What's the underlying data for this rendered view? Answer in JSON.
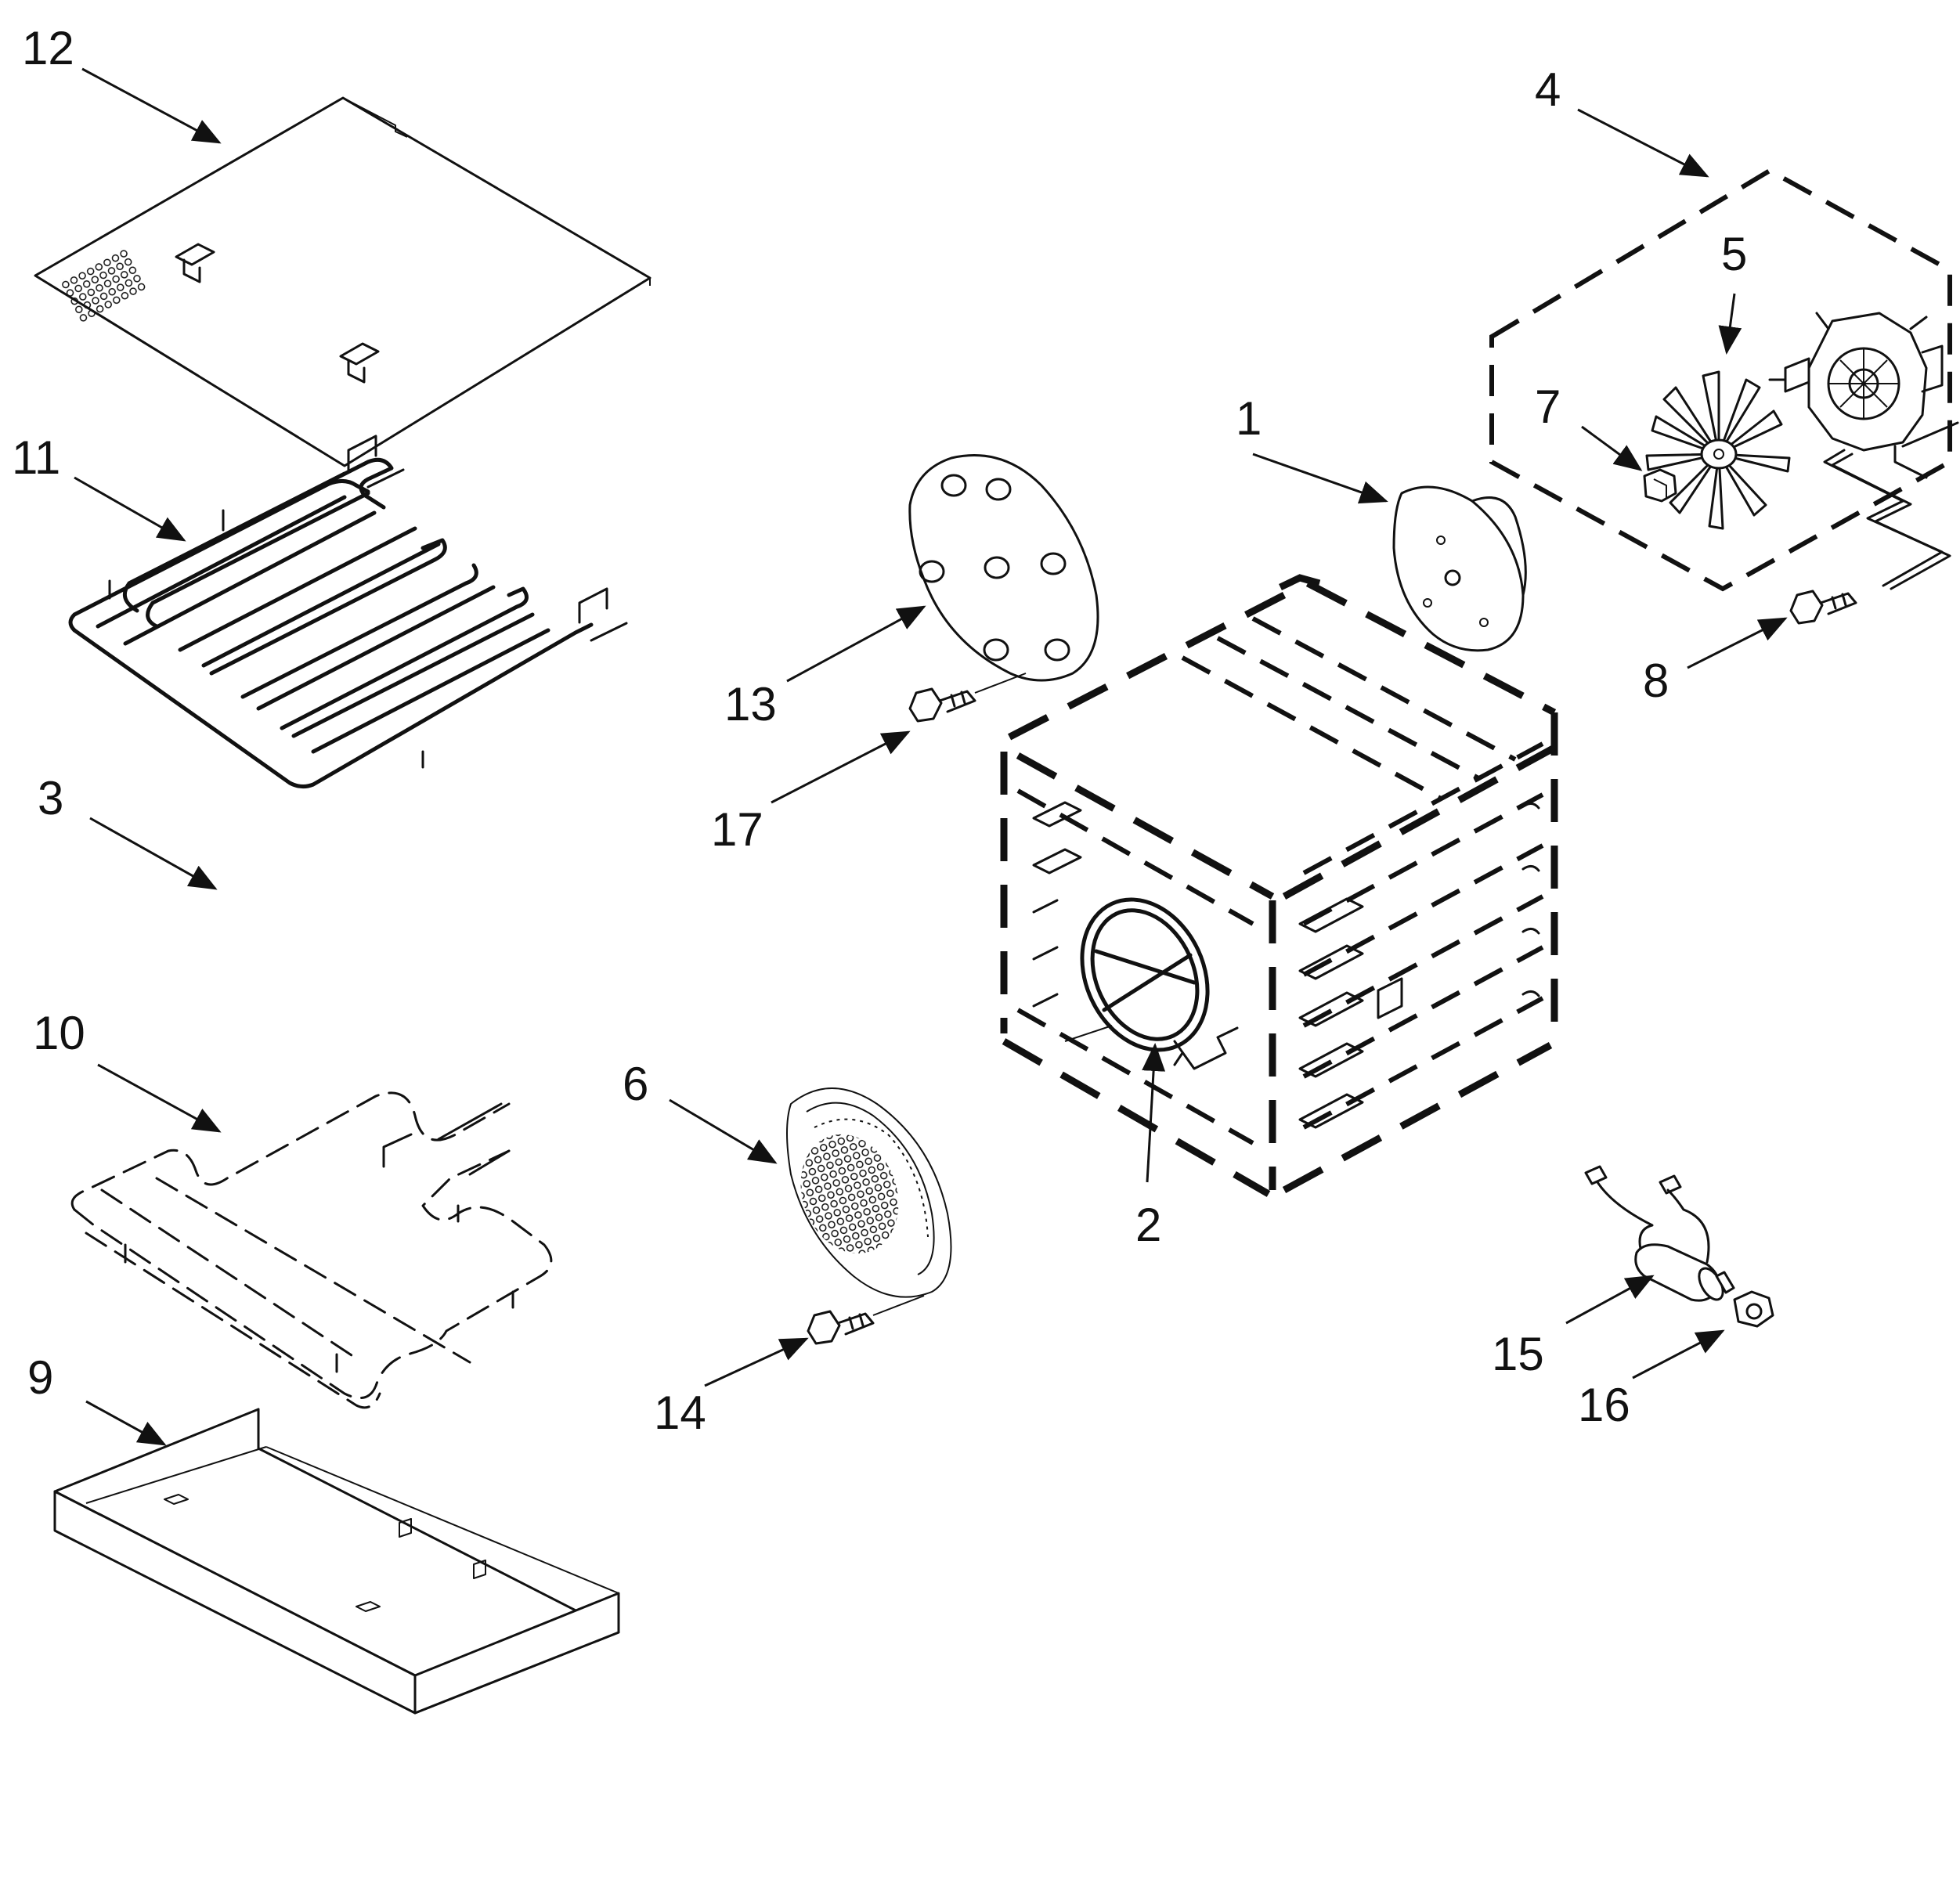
{
  "callouts": {
    "c1": "1",
    "c2": "2",
    "c3": "3",
    "c4": "4",
    "c5": "5",
    "c6": "6",
    "c7": "7",
    "c8": "8",
    "c9": "9",
    "c10": "10",
    "c11": "11",
    "c12": "12",
    "c13": "13",
    "c14": "14",
    "c15": "15",
    "c16": "16",
    "c17": "17"
  },
  "colors": {
    "ink": "#111111",
    "background": "#ffffff"
  }
}
